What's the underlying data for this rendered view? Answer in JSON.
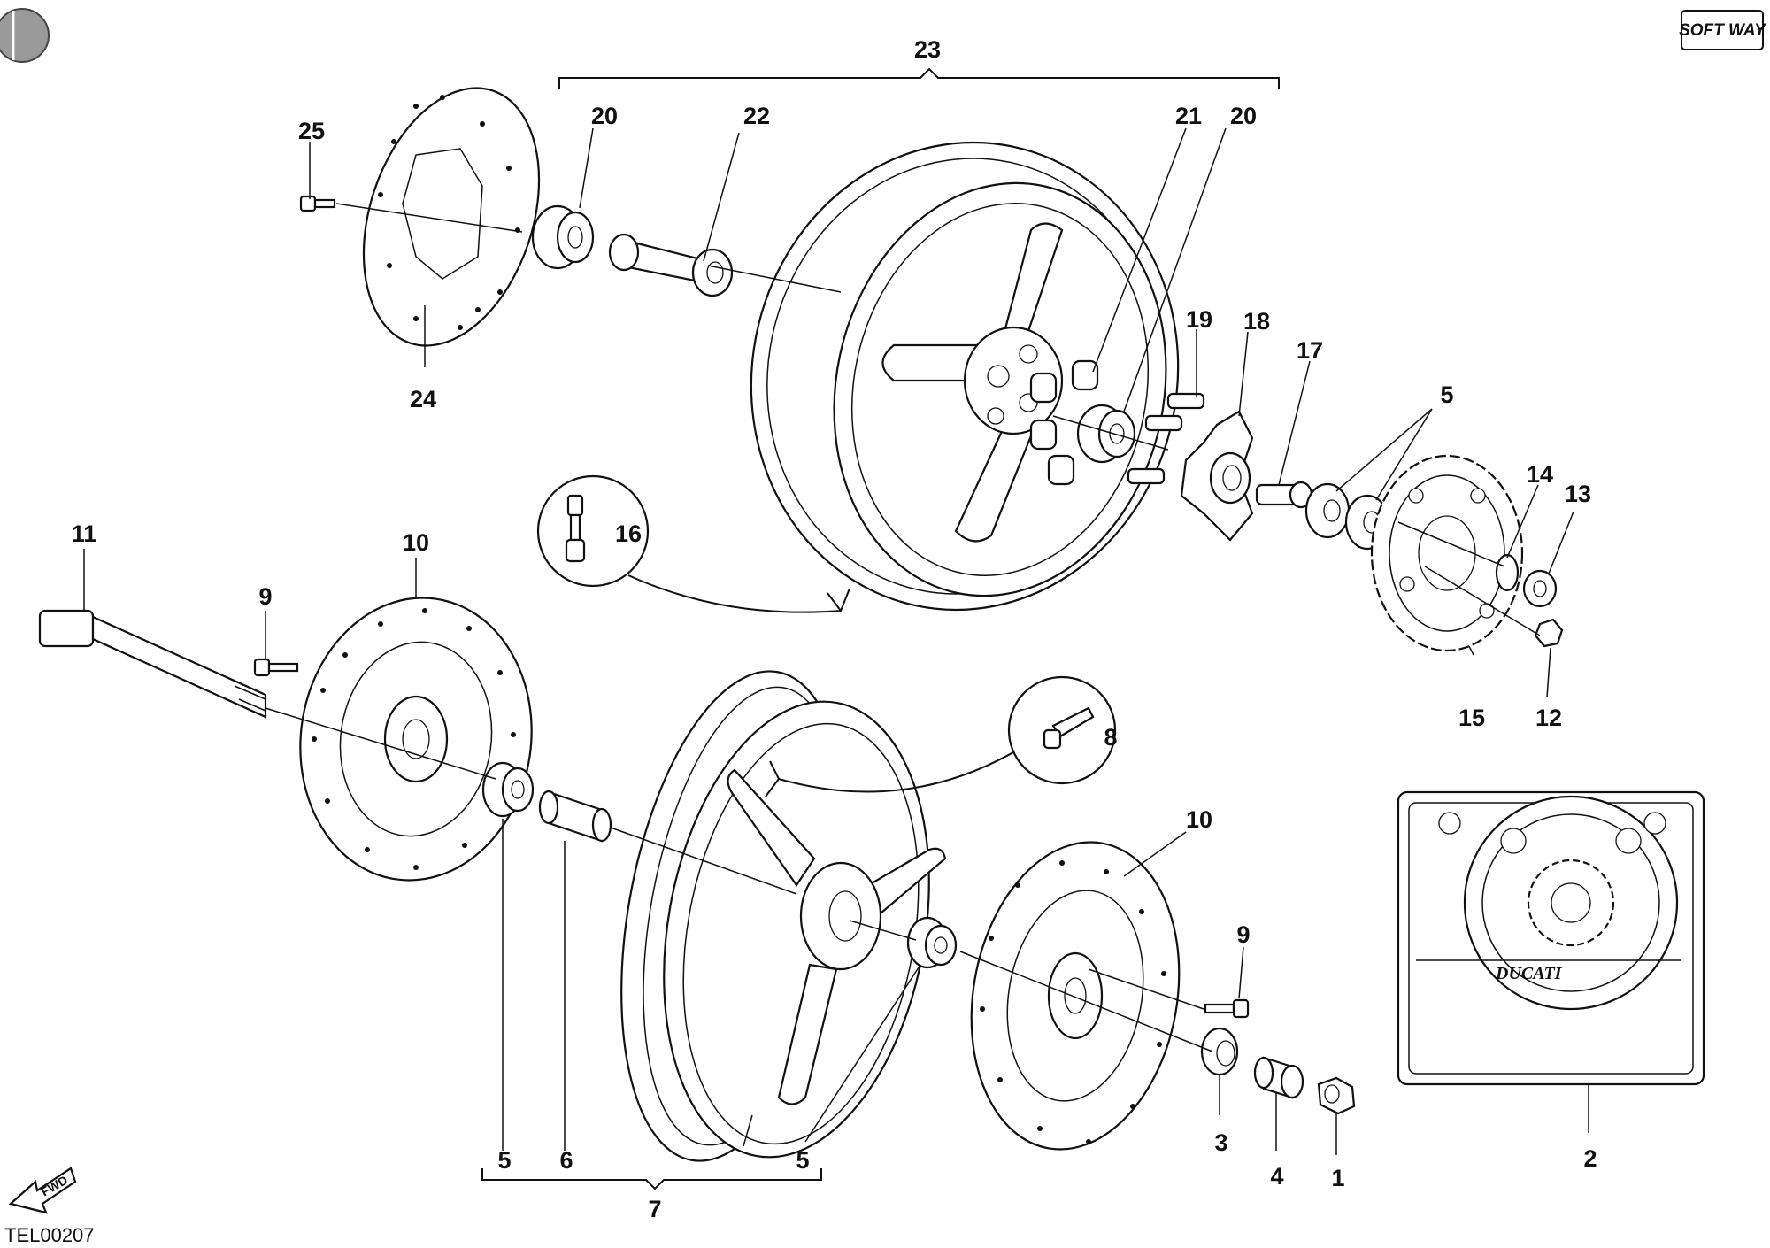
{
  "diagram": {
    "code": "TEL00207",
    "brand_mark": "SOFT WAY",
    "fwd_label": "FWD",
    "plate_text": "DUCATI",
    "callouts": [
      "23",
      "25",
      "20",
      "22",
      "21",
      "20",
      "24",
      "19",
      "18",
      "17",
      "5",
      "16",
      "14",
      "13",
      "11",
      "10",
      "9",
      "15",
      "12",
      "8",
      "10",
      "9",
      "5",
      "6",
      "5",
      "3",
      "4",
      "1",
      "2",
      "7"
    ]
  }
}
